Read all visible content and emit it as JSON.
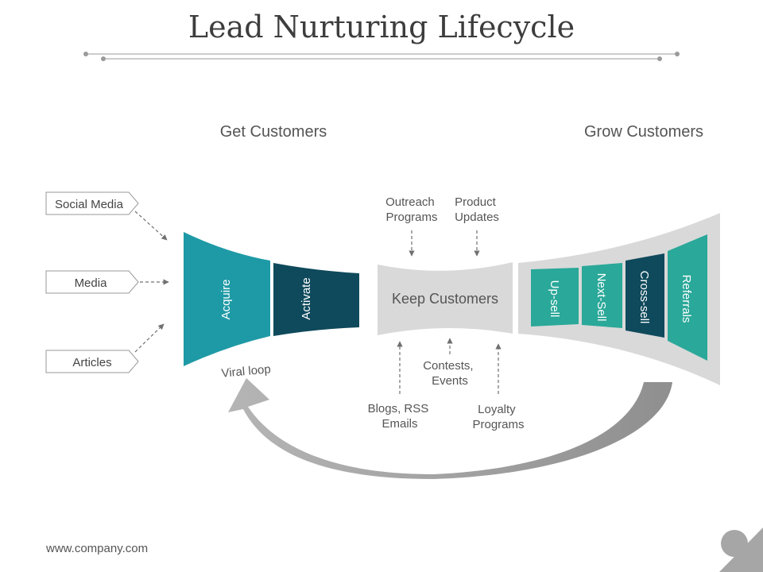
{
  "title": "Lead Nurturing Lifecycle",
  "headings": {
    "get": "Get Customers",
    "grow": "Grow Customers"
  },
  "sources": [
    "Social Media",
    "Media",
    "Articles"
  ],
  "get_stages": [
    "Acquire",
    "Activate"
  ],
  "keep": {
    "label": "Keep Customers",
    "top_inputs": [
      "Outreach Programs",
      "Product Updates"
    ],
    "bottom_inputs": [
      "Blogs, RSS Emails",
      "Contests, Events",
      "Loyalty Programs"
    ]
  },
  "grow_stages": [
    "Up-sell",
    "Next-Sell",
    "Cross-sell",
    "Referrals"
  ],
  "viral_loop": "Viral loop",
  "footer": "www.company.com",
  "colors": {
    "teal": "#1e9aa6",
    "navy": "#0f4a5c",
    "green": "#2aa899",
    "grey": "#d9d9d9",
    "arrow": "#a8a8a8"
  }
}
